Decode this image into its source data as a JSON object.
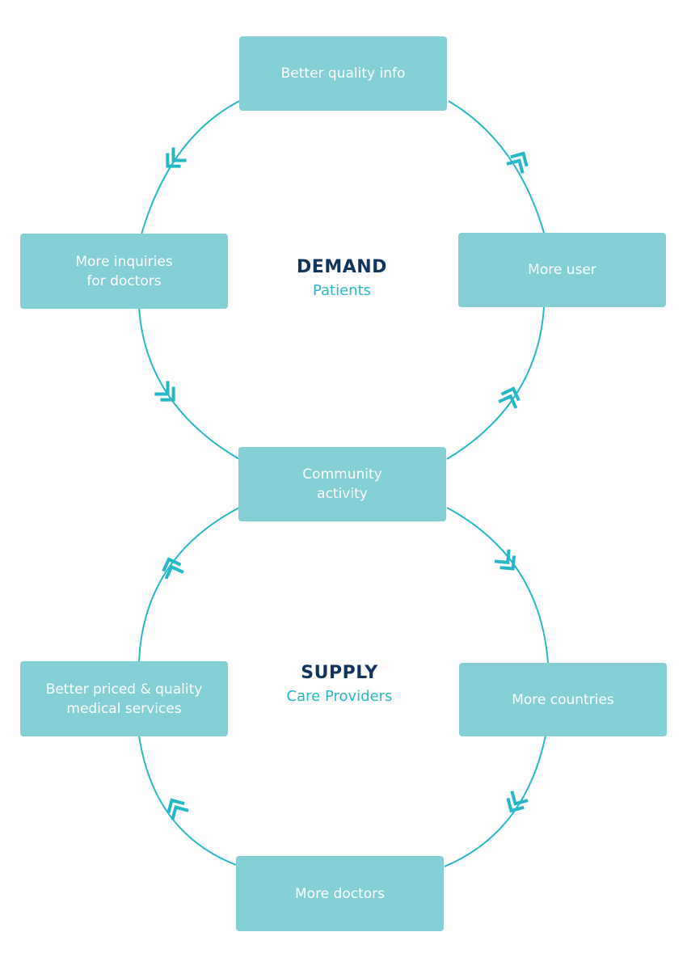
{
  "colors": {
    "box": "#84cfd5",
    "line": "#26b7c6",
    "title": "#11345a",
    "subtitle": "#26b7c6"
  },
  "demand": {
    "title": "DEMAND",
    "subtitle": "Patients",
    "nodes": {
      "top": [
        "Better quality info"
      ],
      "left": [
        "More inquiries",
        "for doctors"
      ],
      "right": [
        "More user"
      ]
    }
  },
  "community": [
    "Community",
    "activity"
  ],
  "supply": {
    "title": "SUPPLY",
    "subtitle": "Care Providers",
    "nodes": {
      "left": [
        "Better priced & quality",
        "medical services"
      ],
      "right": [
        "More countries"
      ],
      "bottom": [
        "More doctors"
      ]
    }
  },
  "icons": [
    "chevron-double-icon"
  ]
}
